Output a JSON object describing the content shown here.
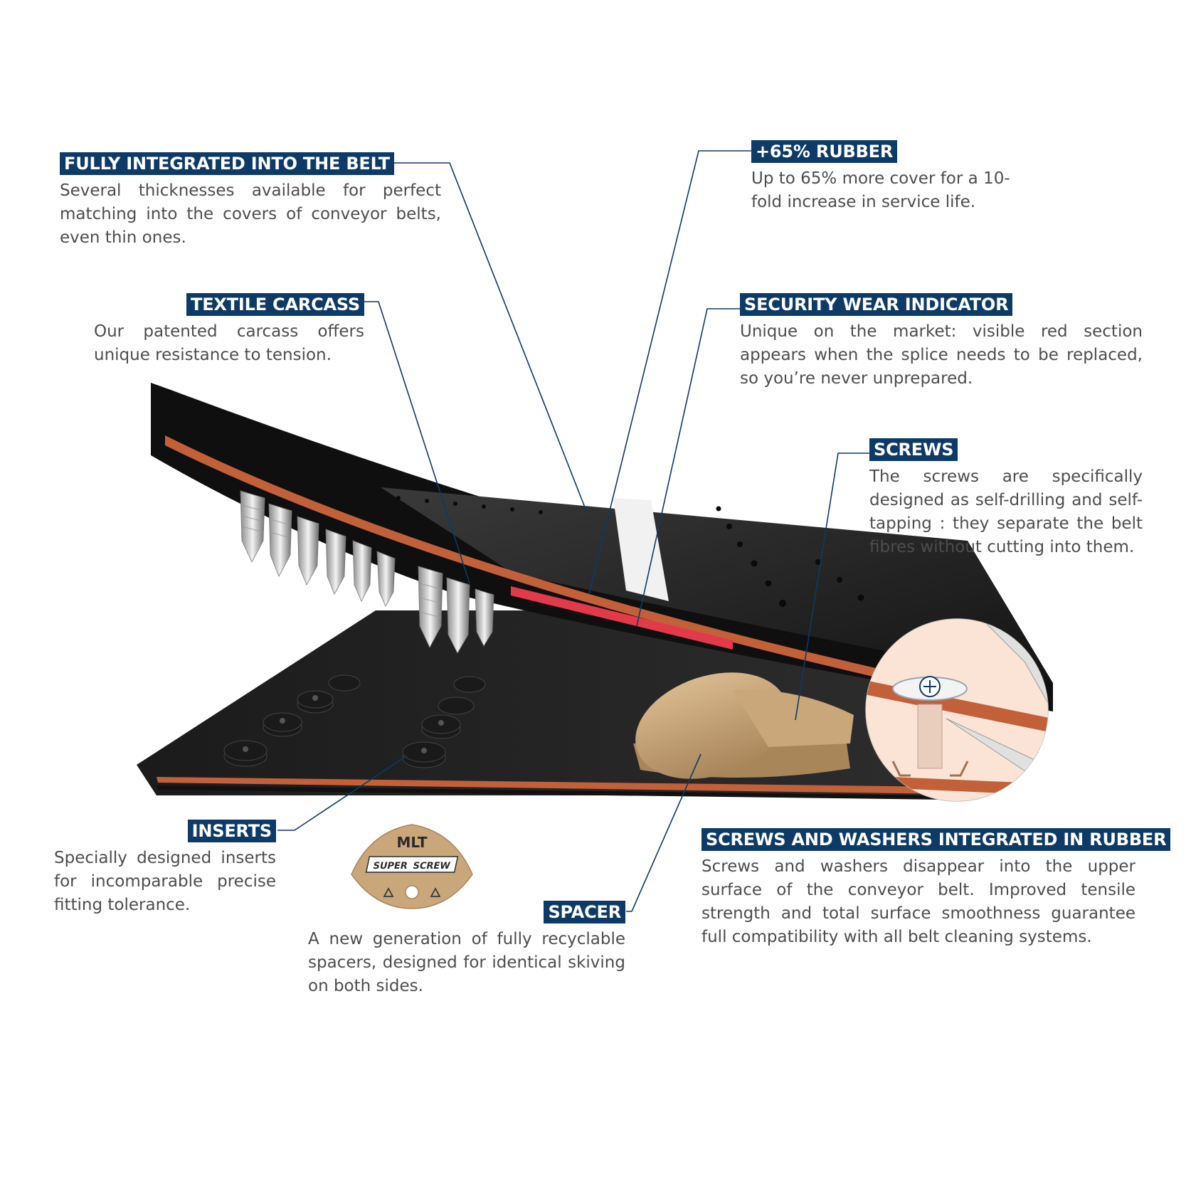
{
  "callouts": {
    "fully_integrated": {
      "tag": "FULLY INTEGRATED INTO THE BELT",
      "text": "Several thicknesses available for perfect matching into the covers of conveyor belts, even thin ones."
    },
    "rubber": {
      "tag": "+65% RUBBER",
      "text": "Up to 65% more cover for a 10-fold increase in service life."
    },
    "textile_carcass": {
      "tag": "TEXTILE CARCASS",
      "text": "Our patented carcass offers unique resistance to tension."
    },
    "wear_indicator": {
      "tag": "SECURITY WEAR INDICATOR",
      "text": "Unique on the market: visible red section appears when the splice needs to be replaced, so you’re never unprepared."
    },
    "screws": {
      "tag": "SCREWS",
      "text": "The screws are specifically designed as self-drilling and self-tapping : they separate the belt fibres without cutting into them."
    },
    "inserts": {
      "tag": "INSERTS",
      "text": "Specially designed inserts for incomparable precise fitting tolerance."
    },
    "spacer": {
      "tag": "SPACER",
      "text": "A new generation of fully recyclable spacers, designed for identical skiving on both sides."
    },
    "screws_washers": {
      "tag": "SCREWS AND WASHERS INTEGRATED IN RUBBER",
      "text": "Screws and washers disappear into the upper surface of the conveyor belt. Improved tensile strength and total surface smoothness guarantee full compatibility with all belt cleaning systems."
    }
  },
  "logo": {
    "brand": "MLT",
    "product_left": "SUPER",
    "product_right": "SCREW"
  },
  "colors": {
    "tag_background": "#0d3a66",
    "body_text": "#4d4d4d",
    "belt": "#222222",
    "carcass": "#c2603a",
    "wear_indicator": "#e23a4a",
    "cork": "#c9a77a"
  }
}
